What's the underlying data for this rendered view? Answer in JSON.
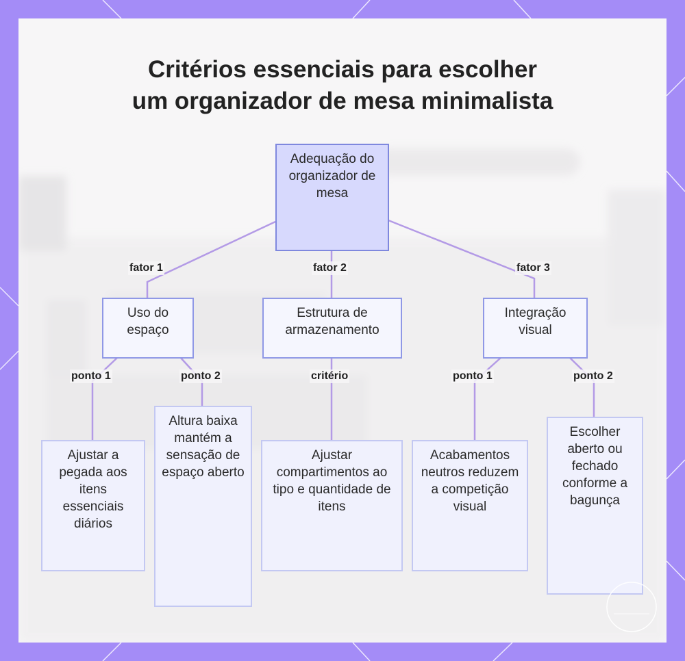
{
  "title": {
    "line1": "Critérios essenciais para escolher",
    "line2": "um organizador de mesa minimalista"
  },
  "root": {
    "label": "Adequação do organizador de mesa"
  },
  "branches": [
    {
      "edge": "fator 1",
      "label": "Uso do espaço",
      "children": [
        {
          "edge": "ponto 1",
          "label": "Ajustar a pegada aos itens essenciais diários"
        },
        {
          "edge": "ponto 2",
          "label": "Altura baixa mantém a sensação de espaço aberto"
        }
      ]
    },
    {
      "edge": "fator 2",
      "label": "Estrutura de armazenamento",
      "children": [
        {
          "edge": "critério",
          "label": "Ajustar compartimentos ao tipo e quantidade de itens"
        }
      ]
    },
    {
      "edge": "fator 3",
      "label": "Integração visual",
      "children": [
        {
          "edge": "ponto 1",
          "label": "Acabamentos neutros reduzem a competição visual"
        },
        {
          "edge": "ponto 2",
          "label": "Escolher aberto ou fechado conforme a bagunça"
        }
      ]
    }
  ],
  "colors": {
    "frame": "#a48cf7",
    "connector": "#b39ae6",
    "root_fill": "#d7d9fd",
    "node_border": "#9fa8e8"
  }
}
